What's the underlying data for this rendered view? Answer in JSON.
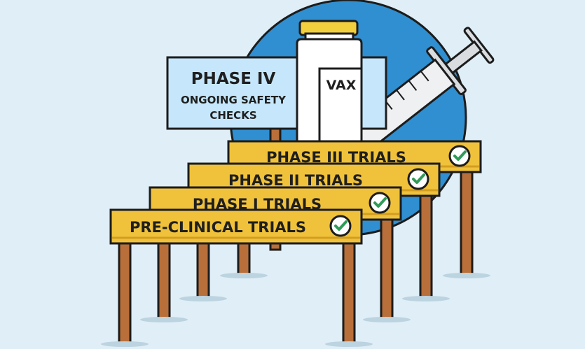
{
  "colors": {
    "background": "#dfeef7",
    "circle": "#2f8fd0",
    "sign": "#c6e7fb",
    "vial": "#ffffff",
    "cap": "#f2cf3c",
    "hurdle": "#f0c23b",
    "post": "#b86f3a",
    "check": "#2e9c57",
    "outline": "#1c1c1c"
  },
  "sign": {
    "title": "PHASE IV",
    "line1": "ONGOING SAFETY",
    "line2": "CHECKS"
  },
  "vial": {
    "label": "VAX"
  },
  "hurdles": [
    {
      "label": "PRE-CLINICAL TRIALS",
      "icon": "check-icon"
    },
    {
      "label": "PHASE I TRIALS",
      "icon": "check-icon"
    },
    {
      "label": "PHASE II TRIALS",
      "icon": "check-icon"
    },
    {
      "label": "PHASE III TRIALS",
      "icon": "check-icon"
    }
  ]
}
